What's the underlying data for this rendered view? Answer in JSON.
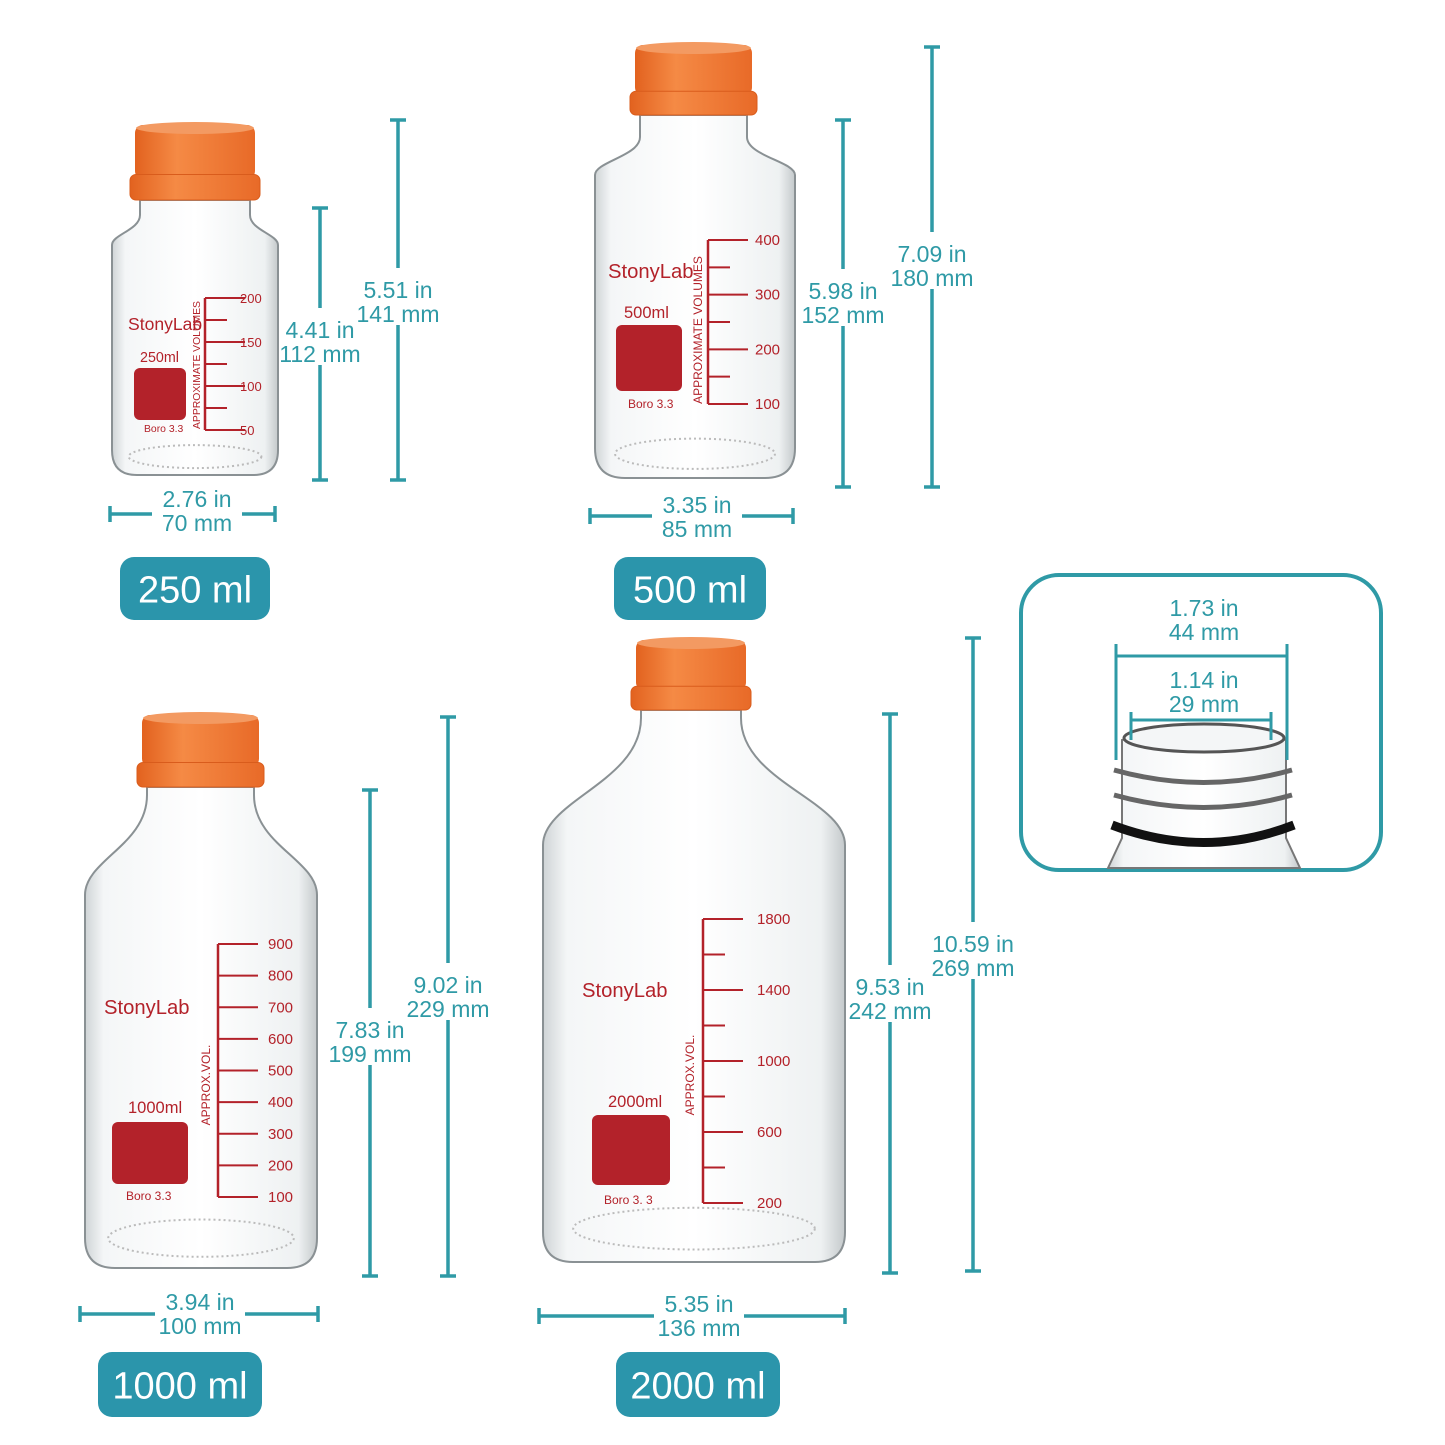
{
  "colors": {
    "accent": "#2f9aa6",
    "badge": "#2b95ab",
    "cap": "#f07a38",
    "print": "#b3222a"
  },
  "bottles": [
    {
      "id": "250",
      "badge": "250 ml",
      "brand": "StonyLab",
      "volume": "250ml",
      "glass": "Boro 3.3",
      "scale_label": "APPROXIMATE VOLUMES",
      "graduations": [
        "200",
        "150",
        "100",
        "50"
      ],
      "height_body": {
        "in": "4.41 in",
        "mm": "112 mm"
      },
      "height_total": {
        "in": "5.51 in",
        "mm": "141 mm"
      },
      "width": {
        "in": "2.76 in",
        "mm": "70 mm"
      }
    },
    {
      "id": "500",
      "badge": "500 ml",
      "brand": "StonyLab",
      "volume": "500ml",
      "glass": "Boro 3.3",
      "scale_label": "APPROXIMATE VOLUMES",
      "graduations": [
        "400",
        "300",
        "200",
        "100"
      ],
      "height_body": {
        "in": "5.98 in",
        "mm": "152 mm"
      },
      "height_total": {
        "in": "7.09 in",
        "mm": "180 mm"
      },
      "width": {
        "in": "3.35 in",
        "mm": "85 mm"
      }
    },
    {
      "id": "1000",
      "badge": "1000 ml",
      "brand": "StonyLab",
      "volume": "1000ml",
      "glass": "Boro 3.3",
      "scale_label": "APPROX.VOL.",
      "graduations": [
        "900",
        "800",
        "700",
        "600",
        "500",
        "400",
        "300",
        "200",
        "100"
      ],
      "height_body": {
        "in": "7.83 in",
        "mm": "199 mm"
      },
      "height_total": {
        "in": "9.02 in",
        "mm": "229 mm"
      },
      "width": {
        "in": "3.94 in",
        "mm": "100 mm"
      }
    },
    {
      "id": "2000",
      "badge": "2000 ml",
      "brand": "StonyLab",
      "volume": "2000ml",
      "glass": "Boro 3. 3",
      "scale_label": "APPROX.VOL.",
      "graduations": [
        "1800",
        "1400",
        "1000",
        "600",
        "200"
      ],
      "height_body": {
        "in": "9.53 in",
        "mm": "242 mm"
      },
      "height_total": {
        "in": "10.59 in",
        "mm": "269 mm"
      },
      "width": {
        "in": "5.35 in",
        "mm": "136 mm"
      }
    }
  ],
  "neck_detail": {
    "outer": {
      "in": "1.73 in",
      "mm": "44 mm"
    },
    "inner": {
      "in": "1.14 in",
      "mm": "29 mm"
    }
  }
}
